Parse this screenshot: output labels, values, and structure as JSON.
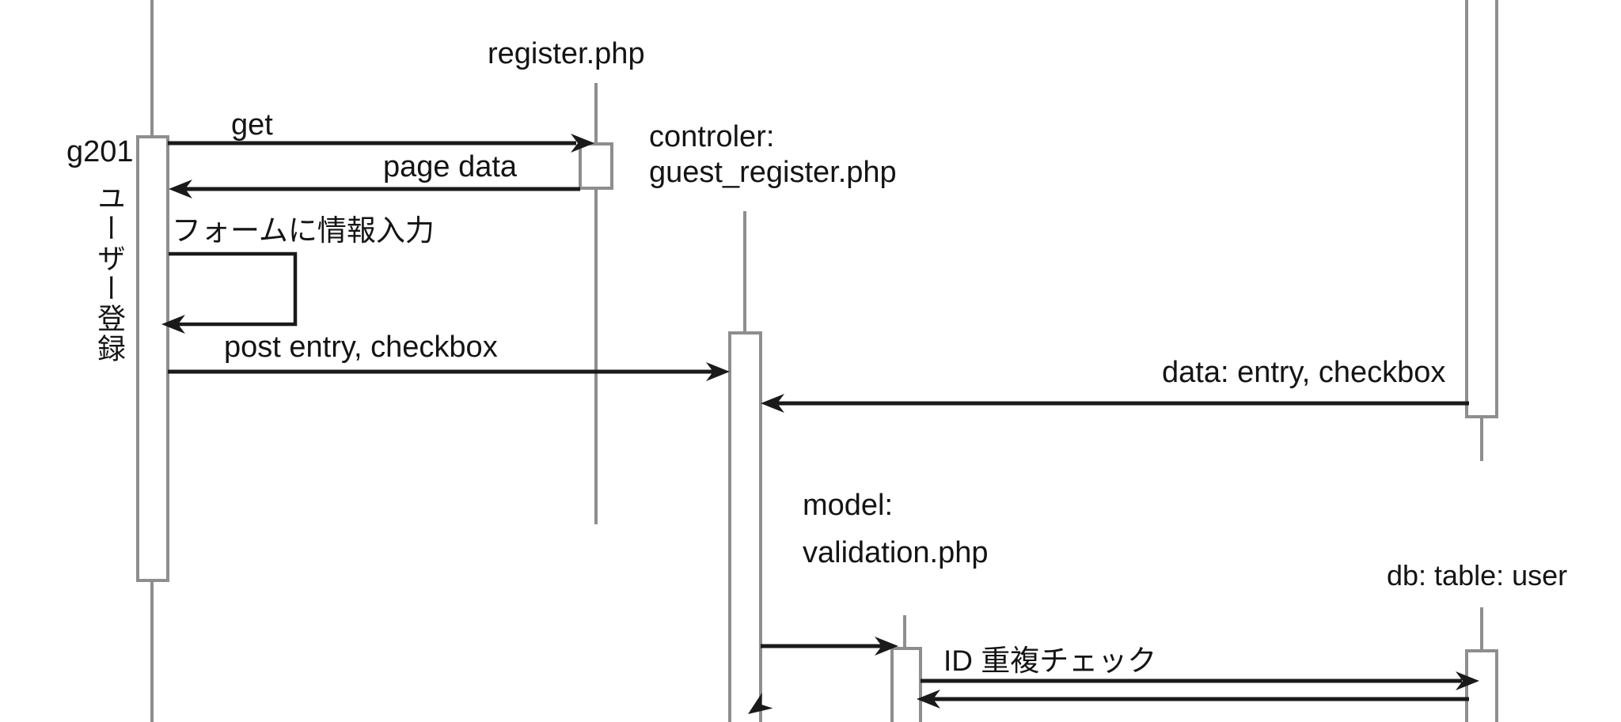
{
  "diagram_type": "uml-sequence",
  "colors": {
    "background": "#ffffff",
    "lifeline": "#8e8e8e",
    "activation_fill": "#ffffff",
    "message_line": "#1a1a1a",
    "text": "#141414"
  },
  "participants": [
    {
      "id": "user",
      "name": "g201",
      "role": "ユーザー登録"
    },
    {
      "id": "register_page",
      "name": "register.php"
    },
    {
      "id": "controller",
      "name": "controler:",
      "file": "guest_register.php"
    },
    {
      "id": "model",
      "name": "model:",
      "file": "validation.php"
    },
    {
      "id": "database",
      "name": "db: table: user"
    }
  ],
  "messages": [
    {
      "label": "get",
      "from": "g201",
      "to": "register.php"
    },
    {
      "label": "page data",
      "from": "register.php",
      "to": "g201",
      "type": "return"
    },
    {
      "label": "フォームに情報入力",
      "from": "g201",
      "to": "g201",
      "type": "self"
    },
    {
      "label": "post entry, checkbox",
      "from": "g201",
      "to": "controler: guest_register.php"
    },
    {
      "label": "data: entry, checkbox",
      "from": "db: table: user",
      "to": "controler: guest_register.php"
    },
    {
      "label": "",
      "from": "controler: guest_register.php",
      "to": "model: validation.php"
    },
    {
      "label": "ID 重複チェック",
      "from": "model: validation.php",
      "to": "db: table: user"
    },
    {
      "label": "",
      "from": "db: table: user",
      "to": "model: validation.php",
      "type": "return"
    }
  ]
}
